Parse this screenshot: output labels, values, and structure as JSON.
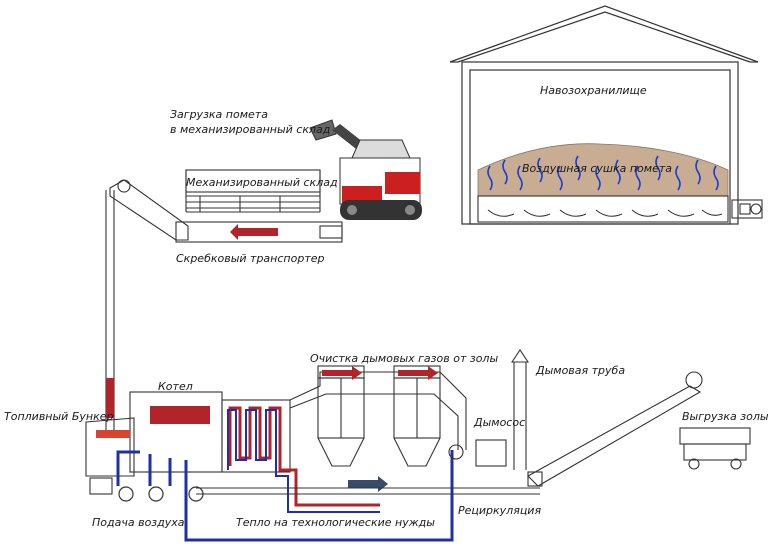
{
  "labels": {
    "loading_line1": "Загрузка помета",
    "loading_line2": "в механизированный склад",
    "mech_warehouse": "Механизированный склад",
    "scraper_conveyor": "Скребковый транспортер",
    "manure_storage": "Навозохранилище",
    "air_drying": "Воздушная сушка помета",
    "flue_gas_cleaning": "Очистка дымовых газов от золы",
    "chimney": "Дымовая труба",
    "boiler": "Котел",
    "fuel_hopper": "Топливный Бункер",
    "exhauster": "Дымосос",
    "ash_unloading": "Выгрузка золы",
    "air_supply": "Подача воздуха",
    "process_heat": "Тепло на технологические нужды",
    "recirculation": "Рециркуляция"
  },
  "colors": {
    "line": "#333333",
    "hot": "#b0242a",
    "cold": "#1f2fa8",
    "manure": "#c9ad93",
    "air_swirl": "#1c3fd1",
    "loader_red": "#cc1f1f"
  },
  "icons": {
    "loader": "skid-steer-loader",
    "fan": "blower-fan-icon"
  }
}
